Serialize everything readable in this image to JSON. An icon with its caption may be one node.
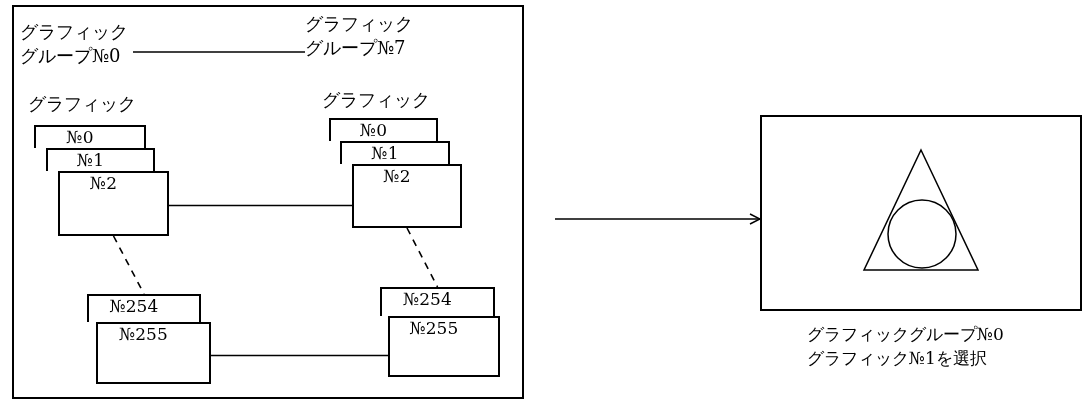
{
  "diagram": {
    "nodes": [
      {
        "text": [],
        "shape": "box"
      },
      {
        "text": [
          "グラフィックグループ№0"
        ],
        "in": 0
      },
      {
        "text": [
          "グラフィックグループ№7"
        ],
        "in": 0
      },
      {
        "text": [
          "№0"
        ],
        "in": 0
      },
      {
        "text": [
          "№1"
        ],
        "in": 0
      },
      {
        "text": [
          "№2"
        ],
        "in": 0
      },
      {
        "text": [
          "№254"
        ],
        "in": 0
      },
      {
        "text": [
          "№255"
        ],
        "in": 0
      },
      {
        "text": [
          "№0"
        ],
        "in": 0
      },
      {
        "text": [
          "№1"
        ],
        "in": 0
      },
      {
        "text": [
          "№2"
        ],
        "in": 0
      },
      {
        "text": [
          "№254"
        ],
        "in": 0
      },
      {
        "text": [
          "№255"
        ],
        "in": 0
      },
      {
        "text": [],
        "shape": "box",
        "beside": [
          "グラフィックグループ№0グラフィック№1を選択"
        ]
      }
    ],
    "edges": [
      {
        "from": 1,
        "to": 2,
        "arrow": "none"
      },
      {
        "from": 5,
        "to": 10,
        "arrow": "none"
      },
      {
        "from": 5,
        "to": 6,
        "arrow": "none",
        "style": "dashed"
      },
      {
        "from": 10,
        "to": 11,
        "arrow": "none",
        "style": "dashed"
      },
      {
        "from": 7,
        "to": 12,
        "arrow": "none"
      },
      {
        "from": null,
        "to": 13,
        "arrow": "to"
      }
    ],
    "labels": [
      "グラフィック",
      "グラフィック"
    ]
  }
}
